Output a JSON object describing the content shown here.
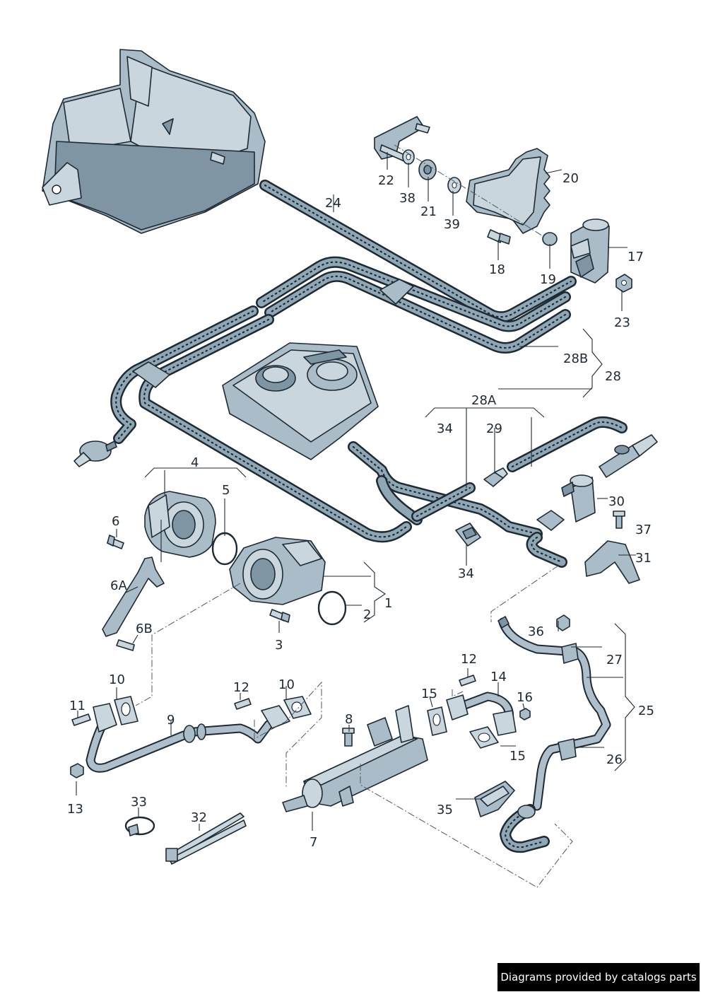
{
  "callouts": {
    "c1": "1",
    "c2": "2",
    "c3": "3",
    "c4": "4",
    "c5": "5",
    "c6": "6",
    "c6A": "6A",
    "c6B": "6B",
    "c7": "7",
    "c8": "8",
    "c9": "9",
    "c10a": "10",
    "c10b": "10",
    "c11": "11",
    "c12a": "12",
    "c12b": "12",
    "c13": "13",
    "c14": "14",
    "c15a": "15",
    "c15b": "15",
    "c16": "16",
    "c17": "17",
    "c18": "18",
    "c19": "19",
    "c20": "20",
    "c21": "21",
    "c22": "22",
    "c23": "23",
    "c24": "24",
    "c25": "25",
    "c26": "26",
    "c27": "27",
    "c28": "28",
    "c28A": "28A",
    "c28B": "28B",
    "c29": "29",
    "c30": "30",
    "c31": "31",
    "c32": "32",
    "c33": "33",
    "c34a": "34",
    "c34b": "34",
    "c35": "35",
    "c36": "36",
    "c37": "37",
    "c38": "38",
    "c39": "39"
  },
  "footer": {
    "text": "Diagrams provided by catalogs parts"
  },
  "colors": {
    "line": "#1e2a33",
    "fill": "#a9bcc8",
    "footer_bg": "#000000",
    "footer_text": "#ffffff"
  }
}
